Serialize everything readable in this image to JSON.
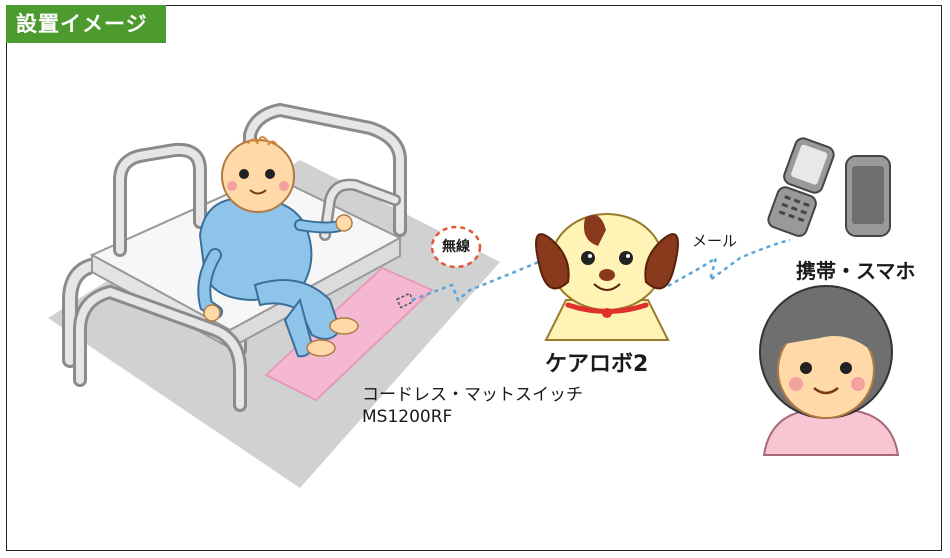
{
  "title": "設置イメージ",
  "labels": {
    "wireless": "無線",
    "mail": "メール",
    "phone": "携帯・スマホ",
    "robot": "ケアロボ2",
    "mat_name": "コードレス・マットスイッチ",
    "mat_model": "MS1200RF"
  },
  "colors": {
    "title_bg": "#4d9a2e",
    "floor": "#c9c9c9",
    "mat": "#f5b8d3",
    "wireless_ring": "#e05a3a",
    "signal": "#5aa6d6",
    "dog_ear": "#8a3a1c",
    "collar": "#e0302a"
  }
}
